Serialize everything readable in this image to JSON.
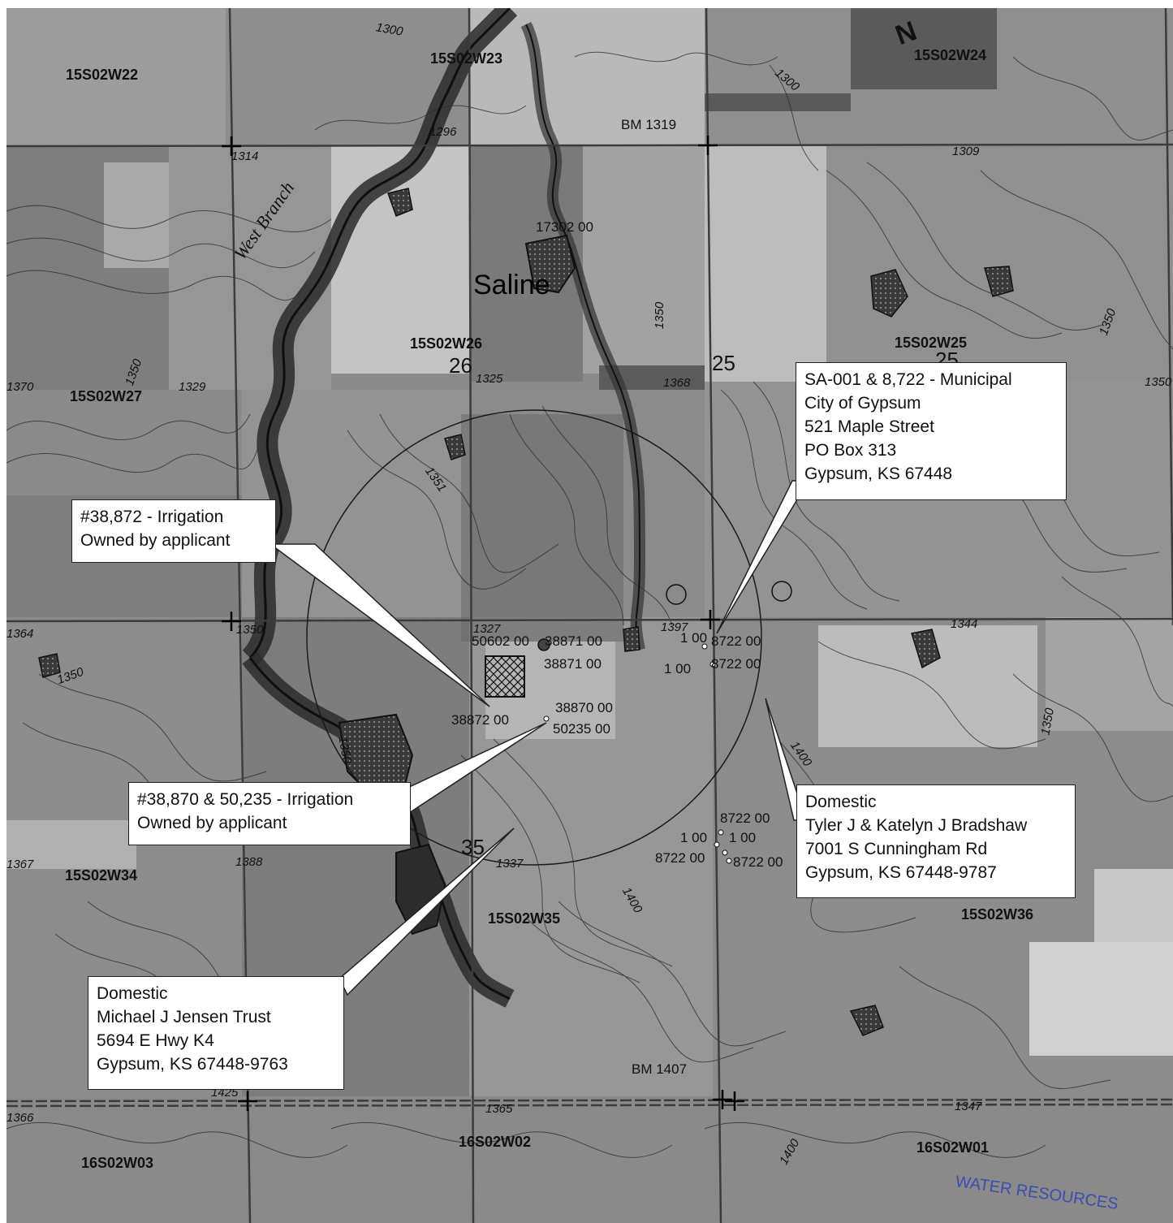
{
  "map": {
    "place_name": "Saline",
    "river_name": "West Branch",
    "north_arrow": "N",
    "sections": [
      "15S02W22",
      "15S02W23",
      "15S02W24",
      "15S02W27",
      "15S02W26",
      "15S02W25",
      "15S02W34",
      "15S02W35",
      "15S02W36",
      "16S02W03",
      "16S02W02",
      "16S02W01"
    ],
    "section_numbers": [
      "26",
      "25",
      "25",
      "35"
    ],
    "benchmarks": [
      "BM 1319",
      "BM 1407"
    ],
    "elevations": [
      "1300",
      "1296",
      "1314",
      "1300",
      "1309",
      "1350",
      "1350",
      "1325",
      "1368",
      "1329",
      "1350",
      "1351",
      "1364",
      "1350",
      "1350",
      "1388",
      "1367",
      "1400",
      "1400",
      "1344",
      "1350",
      "1347",
      "1365",
      "1366",
      "1425",
      "1400",
      "1397",
      "1337",
      "1350",
      "1370",
      "1327",
      "1350"
    ],
    "well_labels": [
      "17302 00",
      "50602 00",
      "38871 00",
      "38871 00",
      "38870 00",
      "38872 00",
      "50235 00",
      "1 00",
      "8722 00",
      "1 00",
      "8722 00",
      "8722 00",
      "1 00",
      "1 00",
      "8722 00",
      "8722 00"
    ],
    "colors": {
      "callout_bg": "#ffffff",
      "callout_border": "#222222",
      "map_base": "#8a8a8a",
      "stamp": "#3a4fb0"
    }
  },
  "callouts": {
    "municipal": {
      "lines": [
        "SA-001 & 8,722 - Municipal",
        "City of Gypsum",
        "521 Maple Street",
        "PO Box 313",
        "Gypsum, KS  67448"
      ]
    },
    "irrigation_38872": {
      "lines": [
        "#38,872 - Irrigation",
        "Owned by applicant"
      ]
    },
    "irrigation_38870": {
      "lines": [
        "#38,870 & 50,235 - Irrigation",
        "Owned by applicant"
      ]
    },
    "domestic_bradshaw": {
      "lines": [
        "Domestic",
        "Tyler J & Katelyn J Bradshaw",
        "7001 S Cunningham Rd",
        "Gypsum, KS 67448-9787"
      ]
    },
    "domestic_jensen": {
      "lines": [
        "Domestic",
        "Michael J Jensen Trust",
        "5694 E Hwy K4",
        "Gypsum, KS 67448-9763"
      ]
    }
  },
  "stamp": {
    "text": "WATER RESOURCES"
  }
}
